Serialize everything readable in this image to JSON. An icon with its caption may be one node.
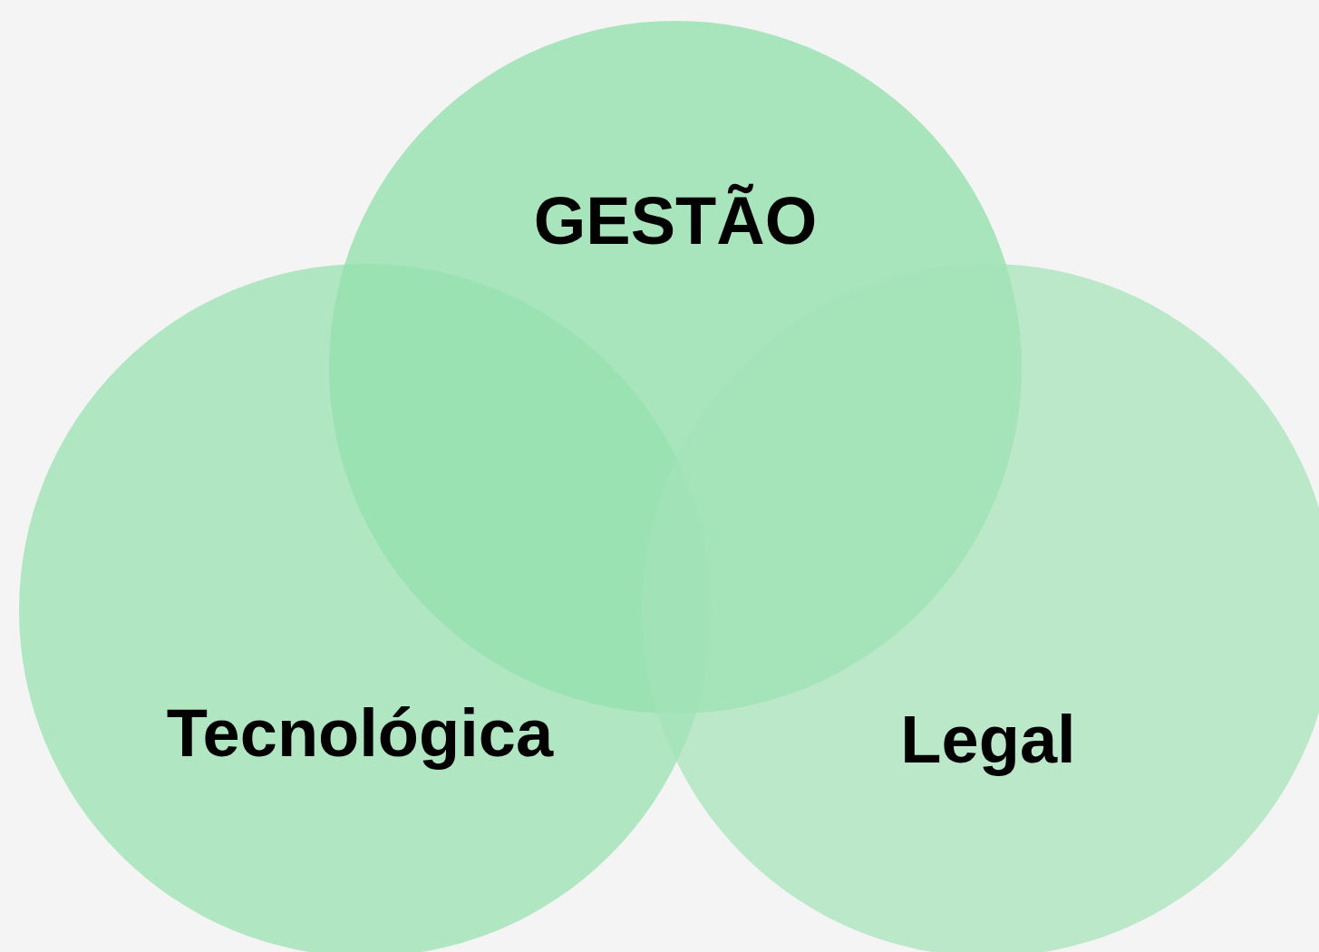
{
  "diagram": {
    "nodes": [
      {
        "text": [
          "GESTÃO"
        ]
      },
      {
        "text": [
          "Tecnológica"
        ]
      },
      {
        "text": [
          "Legal"
        ]
      }
    ]
  }
}
